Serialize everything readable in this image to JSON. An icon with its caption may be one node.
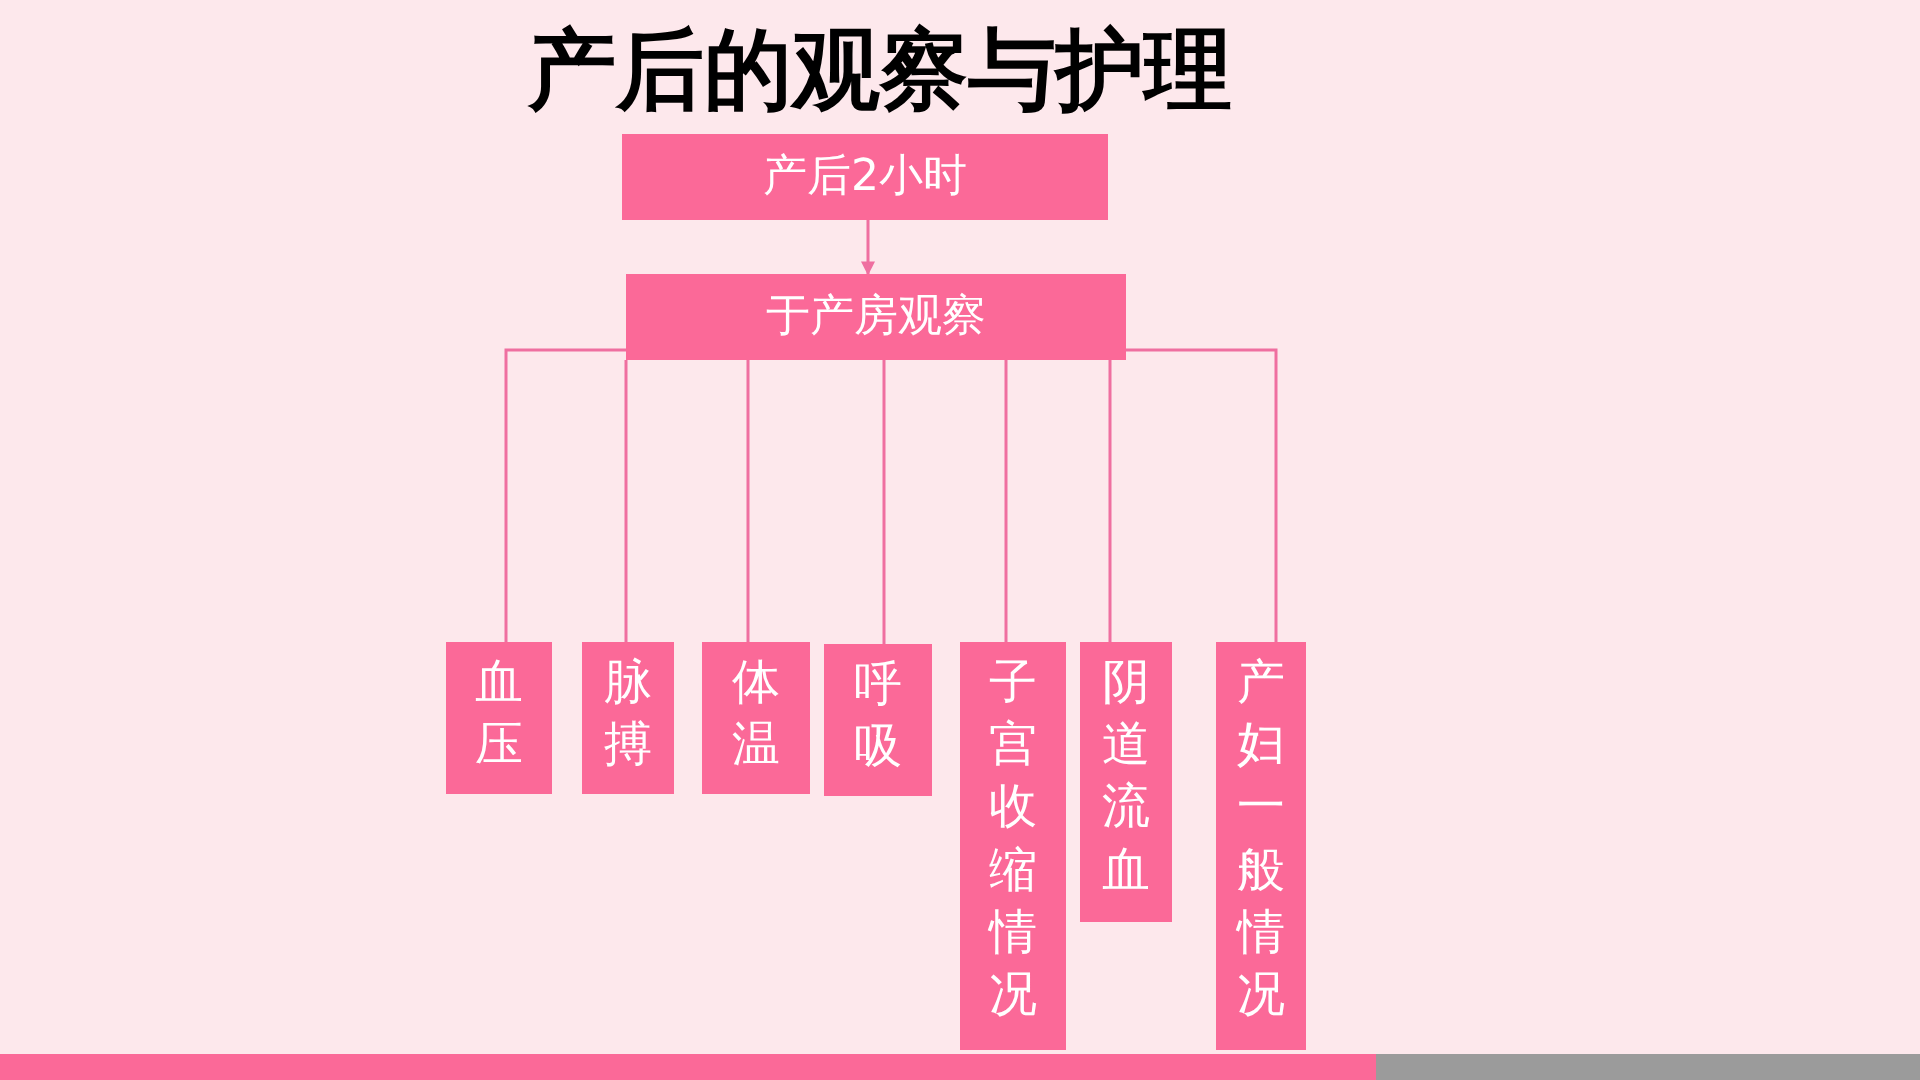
{
  "diagram": {
    "title": "产后的观察与护理",
    "nodes": [
      {
        "text": [
          "产后2小时"
        ]
      },
      {
        "text": [
          "于产房观察"
        ]
      },
      {
        "text": [
          "血压"
        ]
      },
      {
        "text": [
          "脉搏"
        ]
      },
      {
        "text": [
          "体温"
        ]
      },
      {
        "text": [
          "呼吸"
        ]
      },
      {
        "text": [
          "子宫收缩情况"
        ]
      },
      {
        "text": [
          "阴道流血"
        ]
      },
      {
        "text": [
          "产妇一般情况"
        ]
      }
    ],
    "edges": [
      {
        "from": 0,
        "to": 1,
        "arrow": "to"
      },
      {
        "from": 1,
        "to": 2,
        "arrow": "none"
      },
      {
        "from": 1,
        "to": 3,
        "arrow": "none"
      },
      {
        "from": 1,
        "to": 4,
        "arrow": "none"
      },
      {
        "from": 1,
        "to": 5,
        "arrow": "none"
      },
      {
        "from": 1,
        "to": 6,
        "arrow": "none"
      },
      {
        "from": 1,
        "to": 7,
        "arrow": "none"
      },
      {
        "from": 1,
        "to": 8,
        "arrow": "none"
      }
    ]
  }
}
